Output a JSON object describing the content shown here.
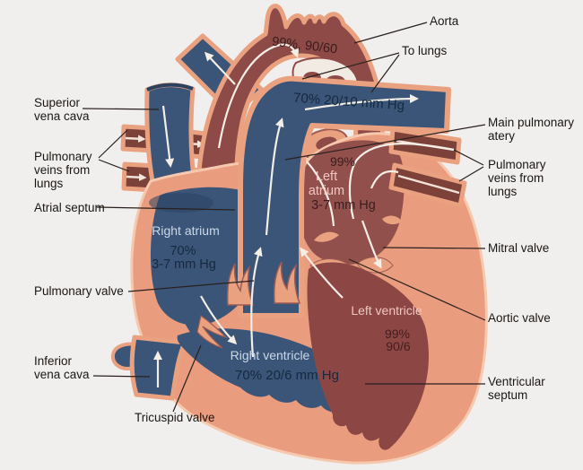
{
  "figure": {
    "description": "Cross-section diagram of the human heart showing blood flow, oxygen saturation percentages and pressures in each chamber and great vessel"
  },
  "colors": {
    "background": "#f0efed",
    "deoxygenated_blue": "#3a5578",
    "oxygenated_red": "#8d4a47",
    "heart_wall_salmon": "#e99c7e",
    "vessel_rim_salmon": "#e9a180",
    "highlight_pink": "#f6c9ae",
    "vein_brown": "#7c4138",
    "flow_arrow_white": "#f3eee6",
    "leader_line": "#29201d",
    "label_text": "#1c1613"
  },
  "external_labels": {
    "superior_vena_cava": "Superior\nvena cava",
    "pulmonary_veins_left": "Pulmonary\nveins from\nlungs",
    "atrial_septum": "Atrial septum",
    "pulmonary_valve": "Pulmonary valve",
    "inferior_vena_cava": "Inferior\nvena cava",
    "tricuspid_valve": "Tricuspid valve",
    "aorta": "Aorta",
    "to_lungs": "To lungs",
    "main_pulmonary_artery": "Main pulmonary\natery",
    "pulmonary_veins_right": "Pulmonary\nveins from\nlungs",
    "mitral_valve": "Mitral valve",
    "aortic_valve": "Aortic valve",
    "ventricular_septum": "Ventricular\nseptum"
  },
  "internal_labels": {
    "aorta_stats": "99%, 90/60",
    "pulmonary_artery_stats": "70% 20/10 mm Hg",
    "right_atrium": {
      "name": "Right atrium",
      "saturation": "70%",
      "pressure": "3-7 mm Hg"
    },
    "left_atrium": {
      "saturation": "99%",
      "name": "Left\natrium",
      "pressure": "3-7 mm Hg"
    },
    "right_ventricle": {
      "name": "Right ventricle",
      "stats": "70% 20/6 mm Hg"
    },
    "left_ventricle": {
      "name": "Left ventricle",
      "saturation": "99%",
      "pressure": "90/6"
    }
  }
}
